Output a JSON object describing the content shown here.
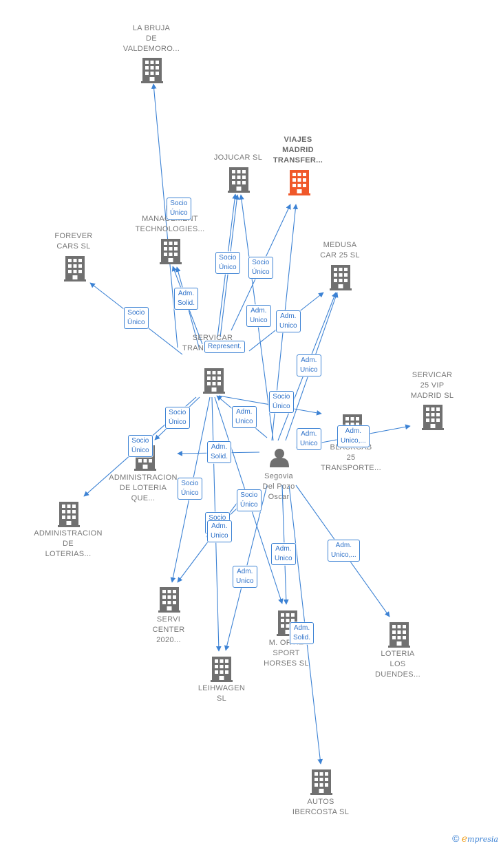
{
  "colors": {
    "edge": "#3c82d4",
    "building": "#707070",
    "highlight": "#f0582a",
    "person": "#707070"
  },
  "nodes": [
    {
      "id": "bruja",
      "label": "LA BRUJA\nDE\nVALDEMORO...",
      "icon": "building-icon"
    },
    {
      "id": "jojucar",
      "label": "JOJUCAR SL",
      "icon": "building-icon"
    },
    {
      "id": "viajes",
      "label": "VIAJES\nMADRID\nTRANSFER...",
      "icon": "building-icon",
      "highlight": true
    },
    {
      "id": "fleet",
      "label": "FL\nMANAGEMENT\nTECHNOLOGIES...",
      "icon": "building-icon"
    },
    {
      "id": "forever",
      "label": "FOREVER\nCARS SL",
      "icon": "building-icon"
    },
    {
      "id": "medusa",
      "label": "MEDUSA\nCAR 25 SL",
      "icon": "building-icon"
    },
    {
      "id": "servicar",
      "label": "SERVICAR\nTRANSPORTE...",
      "icon": "building-icon"
    },
    {
      "id": "servicar25",
      "label": "SERVICAR\n25 VIP\nMADRID SL",
      "icon": "building-icon"
    },
    {
      "id": "blackcab",
      "label": "BLACKCAB\n25\nTRANSPORTE...",
      "icon": "building-icon"
    },
    {
      "id": "admloteriaque",
      "label": "ADMINISTRACION\nDE LOTERIA\nQUE...",
      "icon": "building-icon"
    },
    {
      "id": "admloterias",
      "label": "ADMINISTRACION\nDE\nLOTERIAS...",
      "icon": "building-icon"
    },
    {
      "id": "person",
      "label": "Segovia\nDel Pozo\nOscar",
      "icon": "person-icon"
    },
    {
      "id": "servicenter",
      "label": "SERVI\nCENTER\n2020...",
      "icon": "building-icon"
    },
    {
      "id": "mortiz",
      "label": "M. ORTIZ\nSPORT\nHORSES SL",
      "icon": "building-icon"
    },
    {
      "id": "loteria",
      "label": "LOTERIA\nLOS\nDUENDES...",
      "icon": "building-icon"
    },
    {
      "id": "leihwagen",
      "label": "LEIHWAGEN\nSL",
      "icon": "building-icon"
    },
    {
      "id": "autos",
      "label": "AUTOS\nIBERCOSTA SL",
      "icon": "building-icon"
    }
  ],
  "edge_labels": [
    "Socio\nÚnico",
    "Socio\nÚnico",
    "Socio\nÚnico",
    "Adm.\nSolid.",
    "Socio\nÚnico",
    "Adm.\nUnico",
    "Adm.\nUnico",
    "Represent.",
    "Adm.\nUnico",
    "Socio\nÚnico",
    "Adm.\nUnico",
    "Socio\nÚnico",
    "Socio\nÚnico",
    "Adm.\nUnico",
    "Adm.\nUnico,...",
    "Adm.\nSolid.",
    "Socio\nÚnico",
    "Socio\nÚnico",
    "Socio\nÚnico",
    "Adm.\nUnico",
    "Adm.\nUnico",
    "Adm.\nUnico",
    "Adm.\nUnico,...",
    "Adm.\nSolid."
  ],
  "footer": {
    "copyright": "©",
    "brand_initial": "e",
    "brand_rest": "mpresia"
  }
}
